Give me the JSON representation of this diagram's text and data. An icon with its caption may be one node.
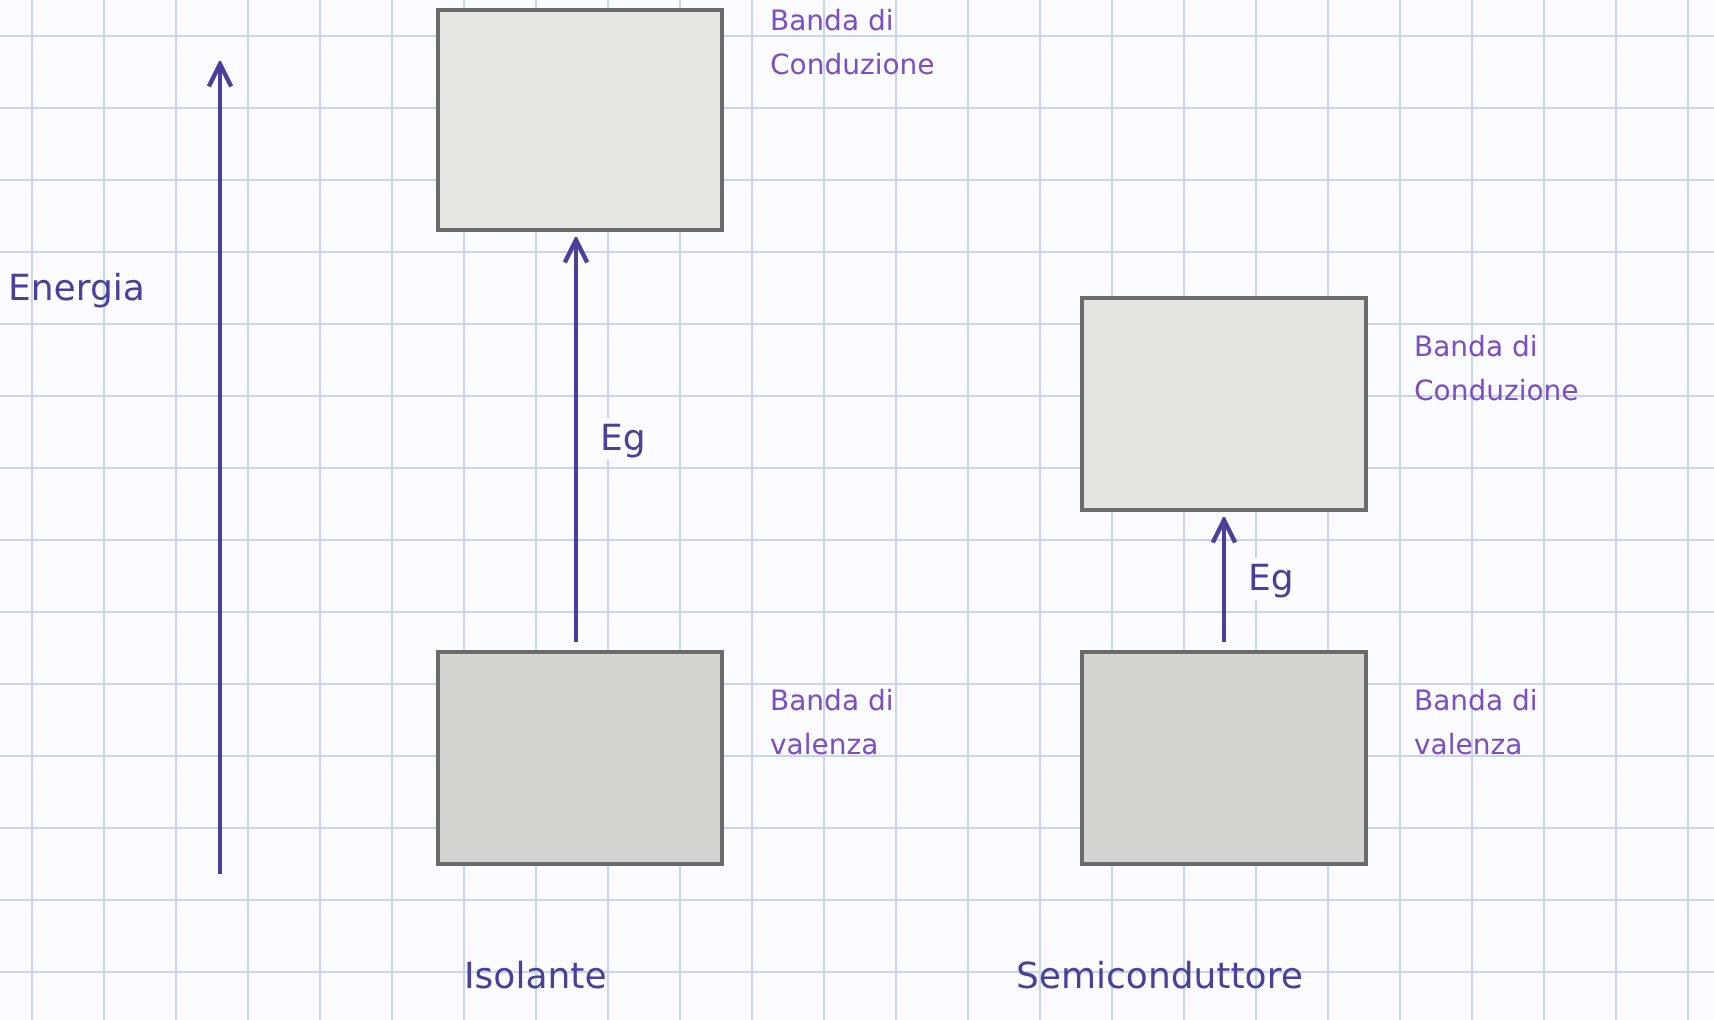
{
  "diagram": {
    "nodes": [
      {
        "text": [],
        "shape": "box",
        "beside": [
          "Banda di Conduzione"
        ]
      },
      {
        "text": [],
        "shape": "box",
        "beside": [
          "Banda di valenza"
        ]
      },
      {
        "text": [],
        "shape": "box",
        "beside": [
          "Banda di Conduzione"
        ]
      },
      {
        "text": [],
        "shape": "box",
        "beside": [
          "Banda di valenza"
        ]
      }
    ],
    "edges": [
      {
        "from": 1,
        "to": 0,
        "arrow": "to",
        "label": "Eg"
      },
      {
        "from": 3,
        "to": 2,
        "arrow": "to",
        "label": "Eg"
      }
    ],
    "labels": [
      "Energia",
      "Isolante",
      "Semiconduttore"
    ]
  }
}
